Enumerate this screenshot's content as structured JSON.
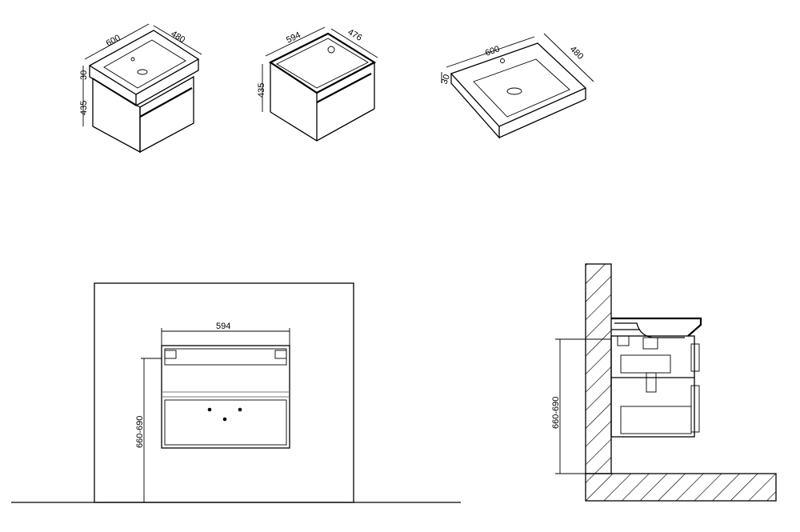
{
  "views": {
    "iso_assembled": {
      "width_label": "600",
      "depth_label": "480",
      "top_thickness_label": "30",
      "height_label": "435"
    },
    "iso_cabinet": {
      "width_label": "594",
      "depth_label": "476",
      "height_label": "435"
    },
    "iso_basin": {
      "width_label": "600",
      "depth_label": "480",
      "thickness_label": "30"
    },
    "front_view": {
      "width_label": "594",
      "mount_height_label": "660-690"
    },
    "side_view": {
      "mount_height_label": "660-690"
    }
  }
}
